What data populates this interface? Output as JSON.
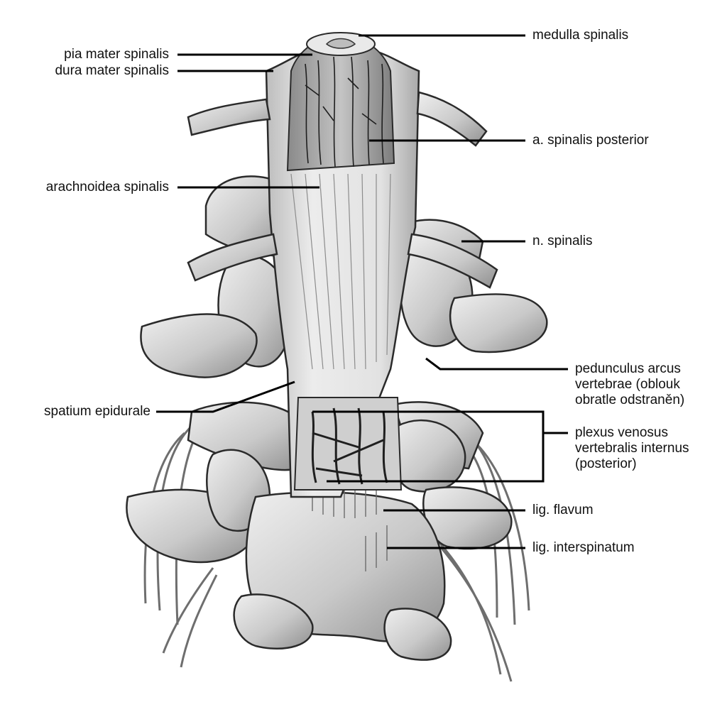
{
  "labels": {
    "medulla_spinalis": "medulla spinalis",
    "pia_mater_spinalis": "pia mater spinalis",
    "dura_mater_spinalis": "dura mater spinalis",
    "a_spinalis_posterior": "a. spinalis posterior",
    "arachnoidea_spinalis": "arachnoidea spinalis",
    "n_spinalis": "n. spinalis",
    "pedunculus": [
      "pedunculus arcus",
      "vertebrae (oblouk",
      "obratle odstraněn)"
    ],
    "spatium_epidurale": "spatium epidurale",
    "plexus": [
      "plexus venosus",
      "vertebralis internus",
      "(posterior)"
    ],
    "lig_flavum": "lig. flavum",
    "lig_interspinatum": "lig. interspinatum"
  },
  "colors": {
    "bone": "#dcdcdc",
    "bone_dark": "#9a9a9a",
    "dura": "#e6e6e6",
    "outline": "#2a2a2a",
    "leader": "#000000"
  }
}
